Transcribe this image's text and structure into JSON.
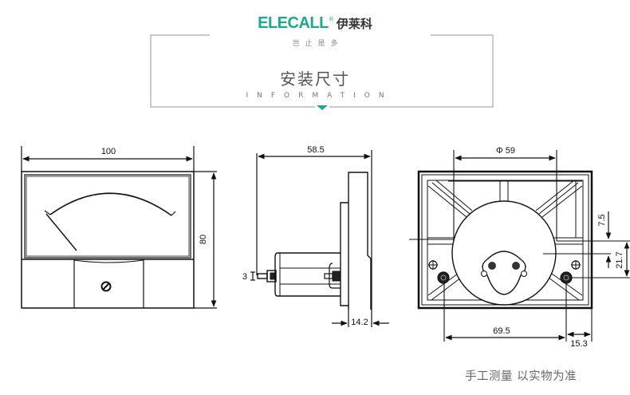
{
  "header": {
    "brand_latin": "ELECALL",
    "brand_reg": "®",
    "brand_cn": "伊莱科",
    "slogan": "岂止是多",
    "title": "安装尺寸",
    "subtitle": "INFORMATION",
    "accent_color": "#1aa98a",
    "frame_color": "#aaaaaa"
  },
  "drawings": {
    "front_view": {
      "width_label": "100",
      "height_label": "80"
    },
    "side_view": {
      "depth_label": "58.5",
      "stud_label": "3",
      "bezel_label": "14.2"
    },
    "back_view": {
      "diameter_symbol": "Φ",
      "diameter_value": "59",
      "offset_top_label": "7.5",
      "terminal_offset_label": "21.7",
      "terminal_spacing_label": "69.5",
      "edge_offset_label": "15.3"
    }
  },
  "footer": {
    "note": "手工测量 以实物为准"
  }
}
